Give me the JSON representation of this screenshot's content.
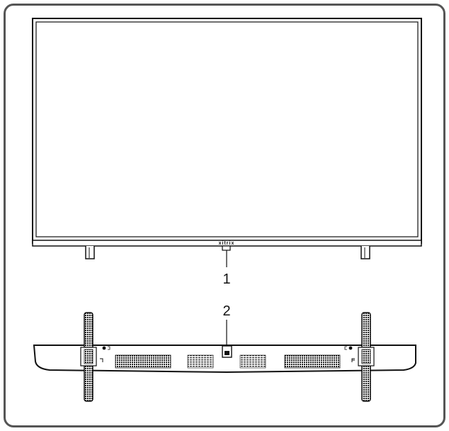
{
  "diagram": {
    "brand_logo": "xitrix",
    "callouts": [
      {
        "label": "1",
        "target": "remote-sensor"
      },
      {
        "label": "2",
        "target": "bottom-sensor"
      }
    ],
    "colors": {
      "frame_border": "#555555",
      "line": "#111111",
      "background": "#ffffff"
    }
  }
}
